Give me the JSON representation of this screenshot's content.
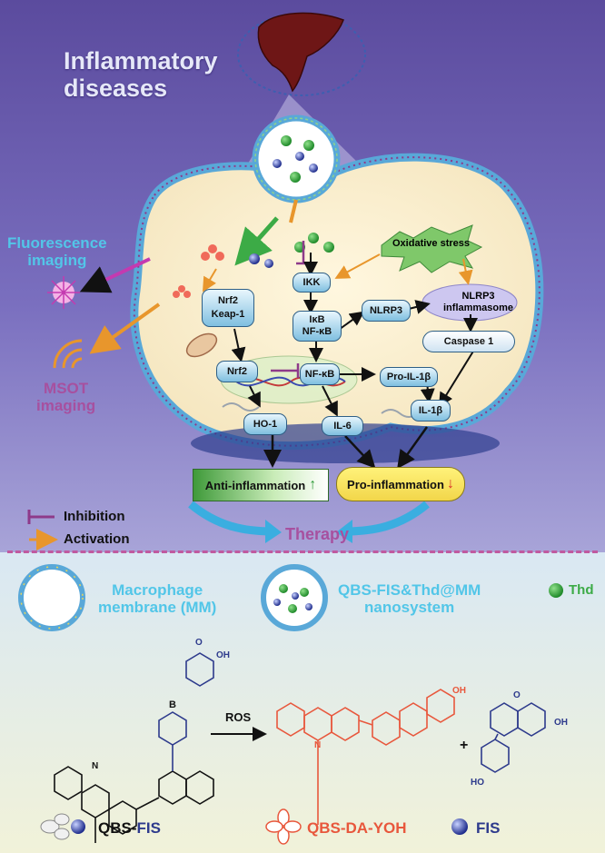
{
  "title": [
    "Inflammatory",
    "diseases"
  ],
  "imaging": {
    "fluorescence": [
      "Fluorescence",
      "imaging"
    ],
    "msot": [
      "MSOT",
      "imaging"
    ]
  },
  "cell": {
    "oxidative_stress": "Oxidative stress",
    "ikk": "IKK",
    "ikb": "IκB",
    "nfkb_cyto": "NF-κB",
    "nrf2_cyto": "Nrf2",
    "keap1": "Keap-1",
    "nlrp3": "NLRP3",
    "inflammasome": [
      "NLRP3",
      "inflammasome"
    ],
    "caspase1": "Caspase 1",
    "nrf2_nuc": "Nrf2",
    "nfkb_nuc": "NF-κB",
    "pro_il1b": "Pro-IL-1β",
    "ho1": "HO-1",
    "il6": "IL-6",
    "il1b": "IL-1β"
  },
  "outcomes": {
    "anti": "Anti-inflammation",
    "pro": "Pro-inflammation",
    "therapy": "Therapy"
  },
  "legend": {
    "inhibition": "Inhibition",
    "activation": "Activation",
    "macrophage": [
      "Macrophage",
      "membrane (MM)"
    ],
    "nanosystem": [
      "QBS-FIS&Thd@MM",
      "nanosystem"
    ],
    "thd": "Thd"
  },
  "chemistry": {
    "ros": "ROS",
    "plus": "+",
    "qbs_fis_a": "QBS-",
    "qbs_fis_b": "FIS",
    "qbs_da_yoh": "QBS-DA-YOH",
    "fis": "FIS",
    "oh": "OH",
    "o": "O",
    "b": "B",
    "n": "N",
    "ho": "HO"
  },
  "colors": {
    "cyan": "#52c6e8",
    "purple": "#a7509f",
    "orange_red": "#e8573c",
    "navy": "#2d3a8c",
    "green": "#3cab46"
  }
}
